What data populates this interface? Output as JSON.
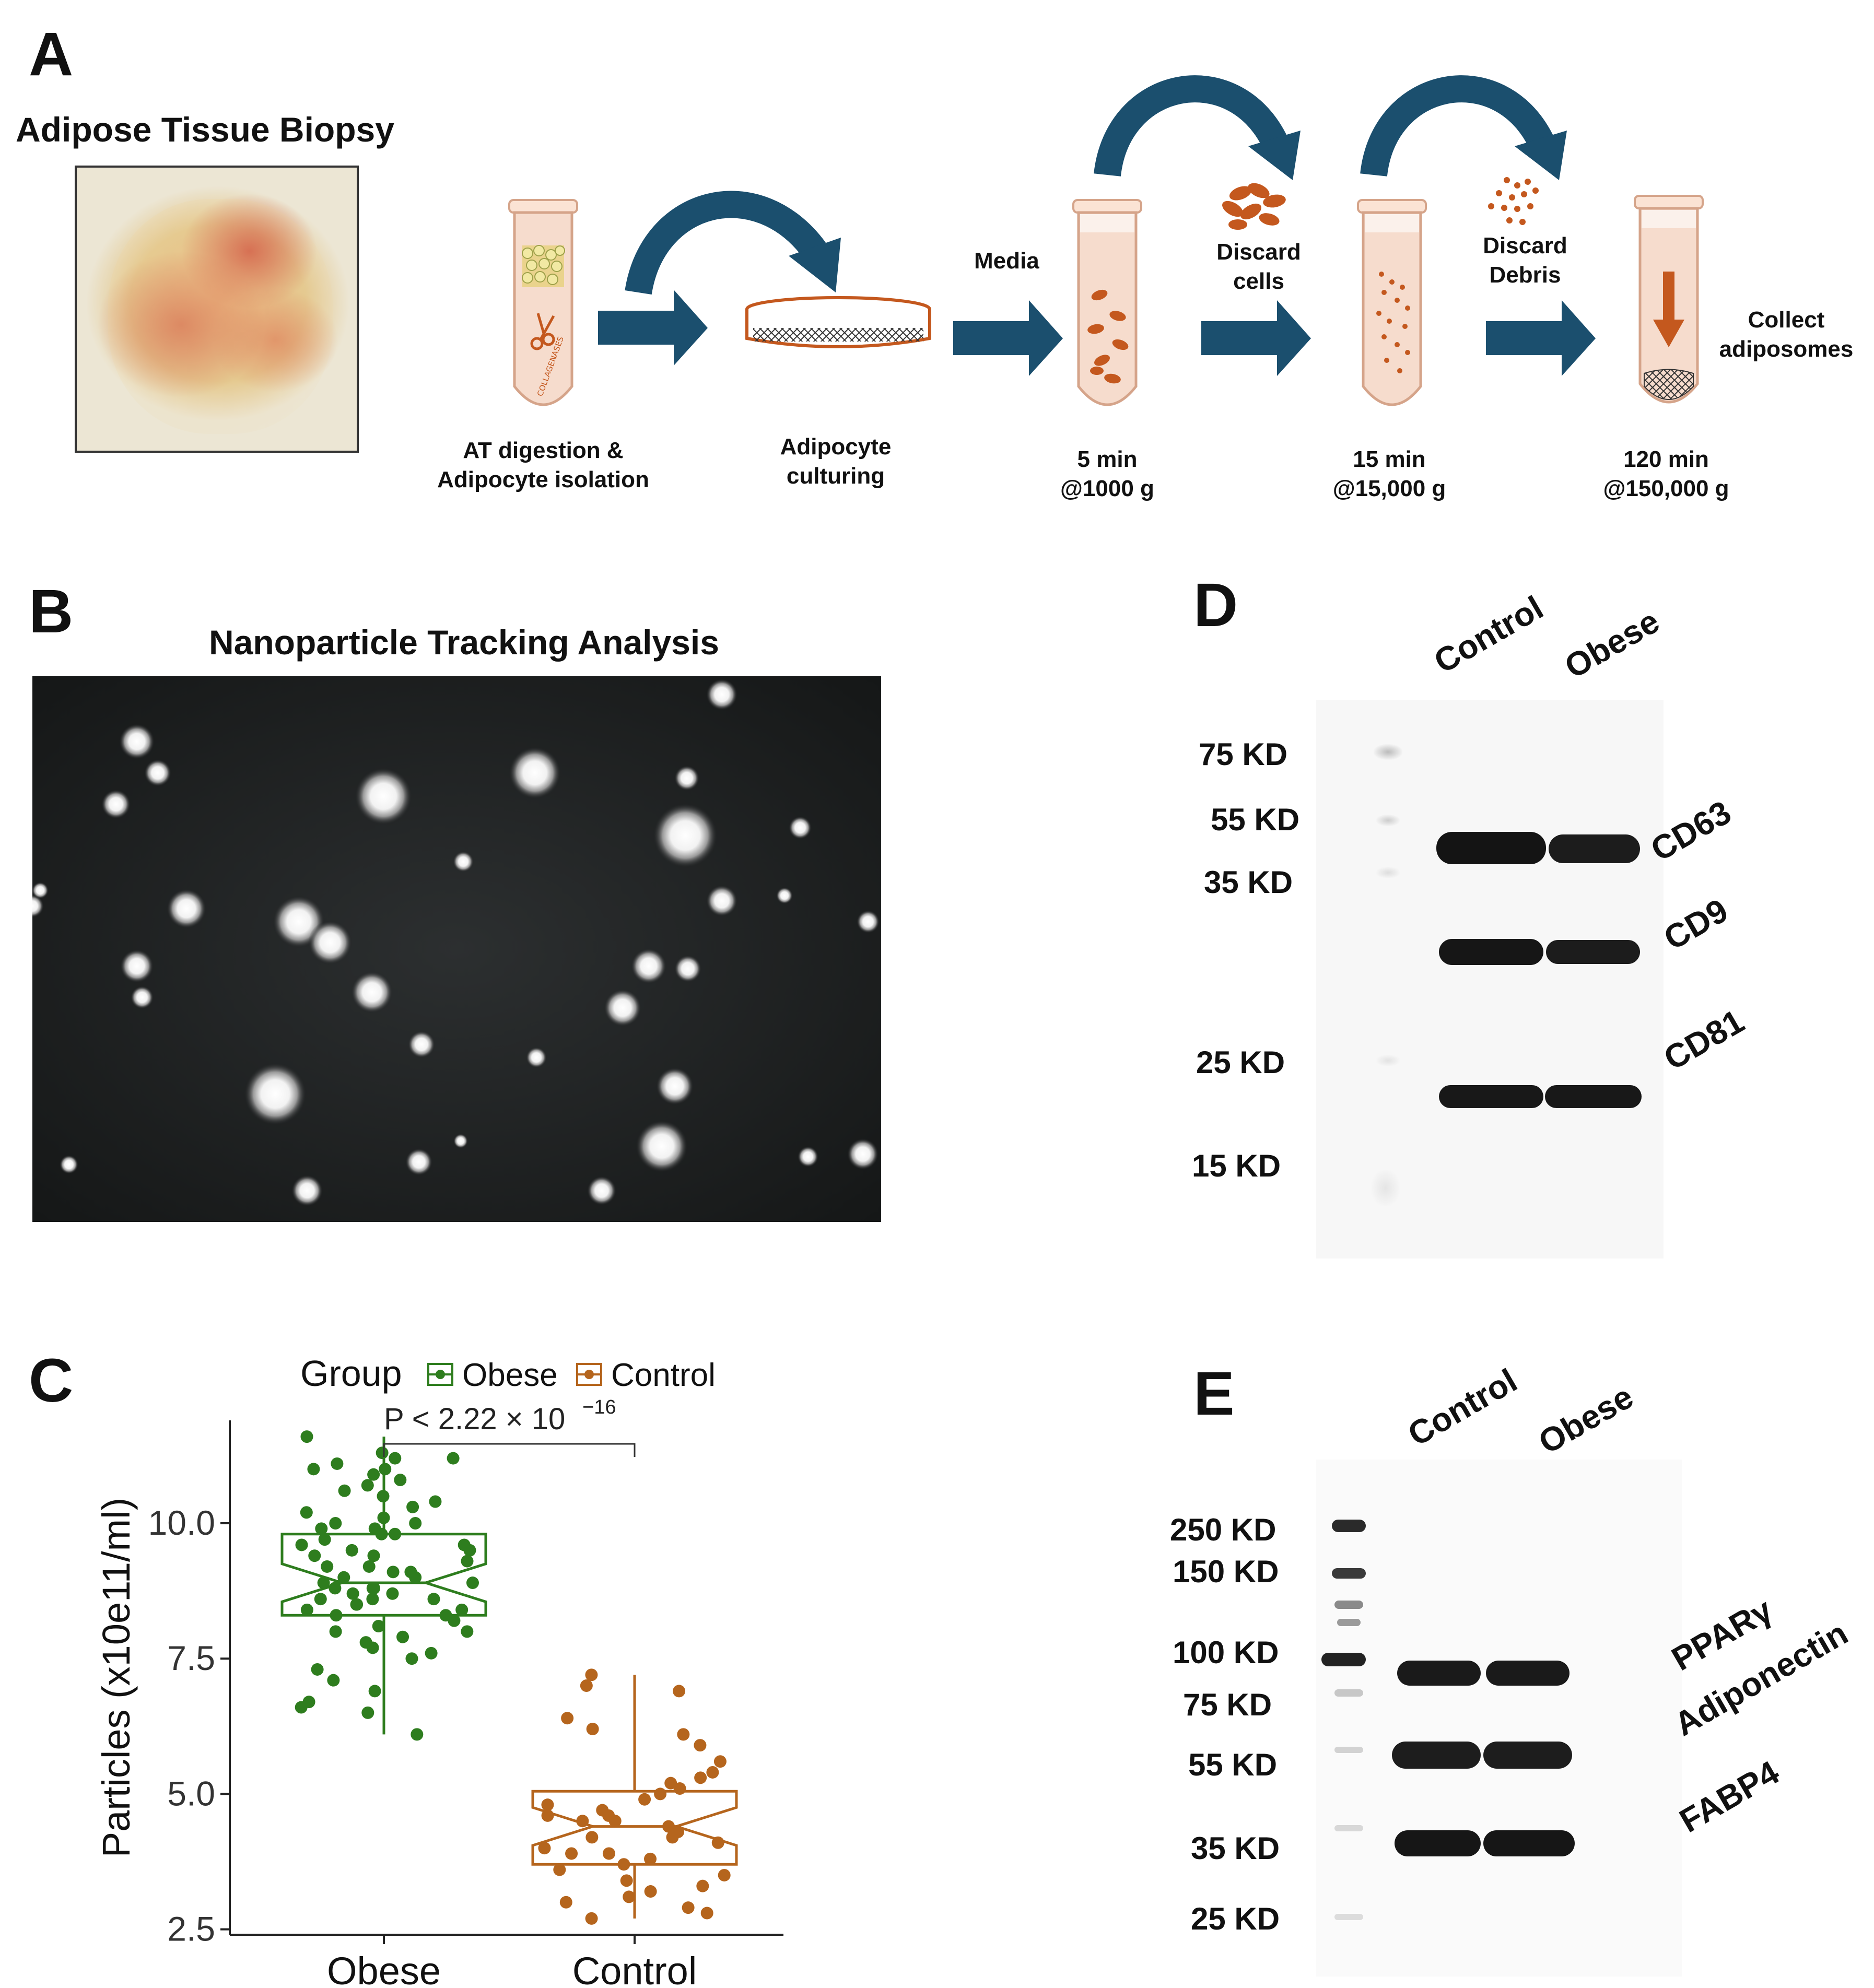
{
  "panels": {
    "a": {
      "letter": "A",
      "biopsy_title": "Adipose Tissue Biopsy",
      "tube_text": "COLLAGENASES",
      "steps": [
        {
          "line1": "AT digestion &",
          "line2": "Adipocyte isolation"
        },
        {
          "line1": "Adipocyte",
          "line2": "culturing"
        },
        {
          "line1": "5 min",
          "line2": "@1000 g"
        },
        {
          "line1": "15 min",
          "line2": "@15,000 g"
        },
        {
          "line1": "120 min",
          "line2": "@150,000 g"
        }
      ],
      "media_label": "Media",
      "discard_cells": {
        "line1": "Discard",
        "line2": "cells"
      },
      "discard_debris": {
        "line1": "Discard",
        "line2": "Debris"
      },
      "collect": {
        "line1": "Collect",
        "line2": "adiposomes"
      },
      "colors": {
        "arrow": "#1b4f6e",
        "orange": "#c4581e",
        "tube_fill": "#f6dccd"
      }
    },
    "b": {
      "letter": "B",
      "title": "Nanoparticle Tracking Analysis"
    },
    "c": {
      "letter": "C",
      "legend_title": "Group",
      "p_value_text": "P < 2.22 × 10",
      "p_value_exp": "−16"
    },
    "d": {
      "letter": "D",
      "lanes": [
        "Control",
        "Obese"
      ],
      "markers": [
        "75 KD",
        "55 KD",
        "35 KD",
        "25 KD",
        "15 KD"
      ],
      "bands": [
        "CD63",
        "CD9",
        "CD81"
      ]
    },
    "e": {
      "letter": "E",
      "lanes": [
        "Control",
        "Obese"
      ],
      "markers": [
        "250 KD",
        "150 KD",
        "100 KD",
        "75 KD",
        "55 KD",
        "35 KD",
        "25 KD"
      ],
      "bands": [
        "PPARγ",
        "Adiponectin",
        "FABP4"
      ]
    }
  },
  "chart_data": {
    "type": "box",
    "title": "",
    "xlabel": "",
    "ylabel": "Particles (x10e11/ml)",
    "categories": [
      "Obese",
      "Control"
    ],
    "legend": {
      "title": "Group",
      "entries": [
        "Obese",
        "Control"
      ],
      "position": "top"
    },
    "ylim": [
      2.4,
      11.9
    ],
    "yticks": [
      2.5,
      5.0,
      7.5,
      10.0
    ],
    "ytick_labels": [
      "2.5",
      "5.0",
      "7.5",
      "10.0"
    ],
    "grid": false,
    "notched": true,
    "annotation": "P < 2.22 × 10−16",
    "series": [
      {
        "name": "Obese",
        "color": "#2e7d1e",
        "box": {
          "min": 6.1,
          "q1": 8.3,
          "median": 8.9,
          "q3": 9.8,
          "max": 11.6,
          "notch_low": 8.55,
          "notch_high": 9.25
        },
        "points": [
          11.3,
          11.2,
          11.0,
          11.1,
          10.9,
          11.0,
          11.6,
          11.2,
          10.8,
          10.7,
          10.6,
          10.4,
          10.3,
          10.2,
          10.1,
          10.0,
          10.0,
          9.9,
          9.8,
          9.8,
          9.7,
          9.6,
          9.6,
          9.5,
          9.4,
          9.4,
          9.3,
          9.2,
          9.2,
          9.1,
          9.0,
          9.0,
          8.9,
          8.9,
          8.8,
          8.8,
          8.7,
          8.7,
          8.6,
          8.6,
          8.5,
          8.5,
          8.4,
          8.4,
          8.3,
          8.2,
          8.1,
          8.0,
          7.9,
          7.8,
          7.6,
          7.5,
          7.3,
          7.1,
          6.9,
          6.7,
          6.6,
          6.5,
          6.1,
          9.1,
          8.0,
          9.5,
          8.6,
          10.5,
          7.7,
          8.3,
          9.9,
          8.8
        ]
      },
      {
        "name": "Control",
        "color": "#b5651d",
        "box": {
          "min": 2.7,
          "q1": 3.7,
          "median": 4.4,
          "q3": 5.05,
          "max": 7.2,
          "notch_low": 4.05,
          "notch_high": 4.75
        },
        "points": [
          7.2,
          7.0,
          6.9,
          6.4,
          6.2,
          6.1,
          5.9,
          5.6,
          5.4,
          5.3,
          5.1,
          5.0,
          4.9,
          4.8,
          4.7,
          4.6,
          4.5,
          4.5,
          4.4,
          4.3,
          4.2,
          4.1,
          4.0,
          3.9,
          3.8,
          3.7,
          3.6,
          3.5,
          3.4,
          3.3,
          3.2,
          3.1,
          3.0,
          2.9,
          2.8,
          2.7,
          4.6,
          3.9,
          4.2,
          5.2
        ]
      }
    ]
  }
}
